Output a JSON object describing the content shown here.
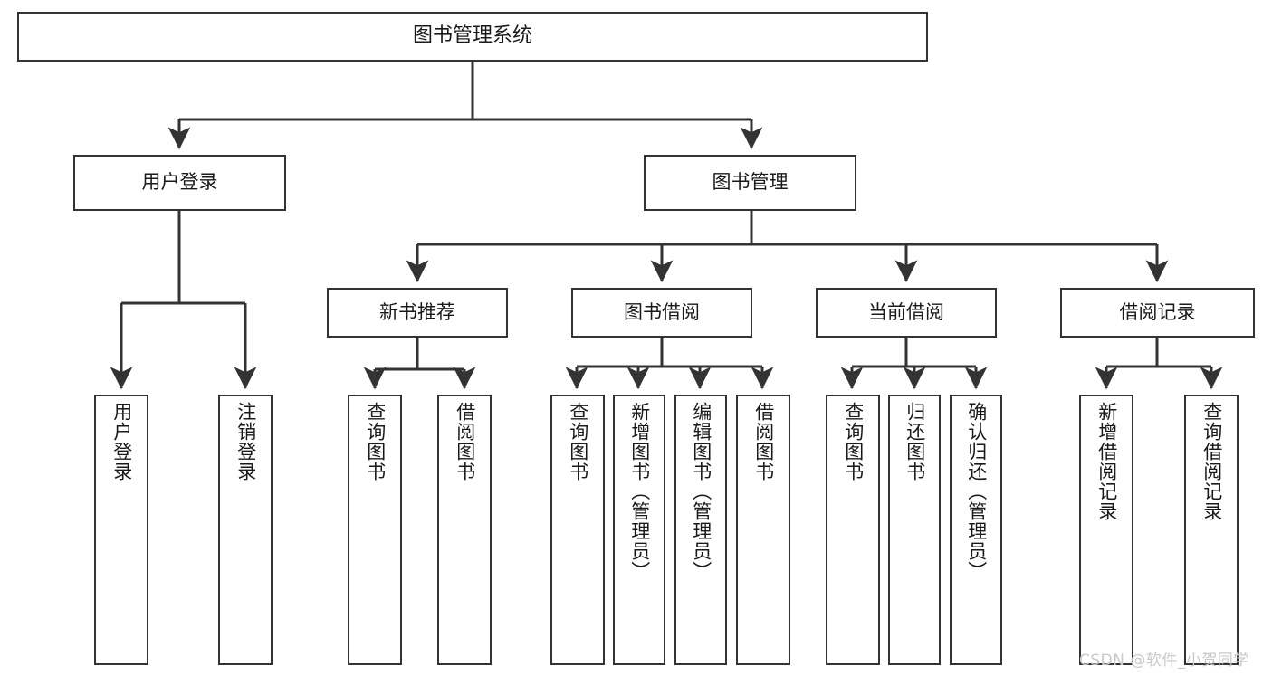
{
  "diagram": {
    "title": "图书管理系统",
    "type": "tree-hierarchy-chart",
    "orientation": "top-down",
    "colors": {
      "box_border": "#333333",
      "box_fill": "#ffffff",
      "connector": "#333333",
      "text": "#1a1a1a",
      "watermark": "#c9c9c9",
      "background": "#ffffff"
    },
    "nodes": {
      "root": {
        "label": "图书管理系统",
        "level": 1,
        "orientation": "horizontal"
      },
      "user_login": {
        "label": "用户登录",
        "level": 2,
        "orientation": "horizontal"
      },
      "book_manage": {
        "label": "图书管理",
        "level": 2,
        "orientation": "horizontal"
      },
      "new_book_rec": {
        "label": "新书推荐",
        "level": 3,
        "orientation": "horizontal"
      },
      "book_borrow": {
        "label": "图书借阅",
        "level": 3,
        "orientation": "horizontal"
      },
      "current_borrow": {
        "label": "当前借阅",
        "level": 3,
        "orientation": "horizontal"
      },
      "borrow_record": {
        "label": "借阅记录",
        "level": 3,
        "orientation": "horizontal"
      },
      "leaf_user_login": {
        "label": "用户登录",
        "level": 3,
        "orientation": "vertical"
      },
      "leaf_user_logout": {
        "label": "注销登录",
        "level": 3,
        "orientation": "vertical"
      },
      "leaf_rec_query": {
        "label": "查询图书",
        "level": 4,
        "orientation": "vertical"
      },
      "leaf_rec_borrow": {
        "label": "借阅图书",
        "level": 4,
        "orientation": "vertical"
      },
      "leaf_bb_query": {
        "label": "查询图书",
        "level": 4,
        "orientation": "vertical"
      },
      "leaf_bb_add": {
        "label": "新增图书（管理员）",
        "level": 4,
        "orientation": "vertical"
      },
      "leaf_bb_edit": {
        "label": "编辑图书（管理员）",
        "level": 4,
        "orientation": "vertical"
      },
      "leaf_bb_borrow": {
        "label": "借阅图书",
        "level": 4,
        "orientation": "vertical"
      },
      "leaf_cb_query": {
        "label": "查询图书",
        "level": 4,
        "orientation": "vertical"
      },
      "leaf_cb_return": {
        "label": "归还图书",
        "level": 4,
        "orientation": "vertical"
      },
      "leaf_cb_confirm": {
        "label": "确认归还（管理员）",
        "level": 4,
        "orientation": "vertical"
      },
      "leaf_br_add": {
        "label": "新增借阅记录",
        "level": 4,
        "orientation": "vertical"
      },
      "leaf_br_query": {
        "label": "查询借阅记录",
        "level": 4,
        "orientation": "vertical"
      }
    },
    "edges": [
      {
        "from": "root",
        "to": "user_login"
      },
      {
        "from": "root",
        "to": "book_manage"
      },
      {
        "from": "user_login",
        "to": "leaf_user_login"
      },
      {
        "from": "user_login",
        "to": "leaf_user_logout"
      },
      {
        "from": "book_manage",
        "to": "new_book_rec"
      },
      {
        "from": "book_manage",
        "to": "book_borrow"
      },
      {
        "from": "book_manage",
        "to": "current_borrow"
      },
      {
        "from": "book_manage",
        "to": "borrow_record"
      },
      {
        "from": "new_book_rec",
        "to": "leaf_rec_query"
      },
      {
        "from": "new_book_rec",
        "to": "leaf_rec_borrow"
      },
      {
        "from": "book_borrow",
        "to": "leaf_bb_query"
      },
      {
        "from": "book_borrow",
        "to": "leaf_bb_add"
      },
      {
        "from": "book_borrow",
        "to": "leaf_bb_edit"
      },
      {
        "from": "book_borrow",
        "to": "leaf_bb_borrow"
      },
      {
        "from": "current_borrow",
        "to": "leaf_cb_query"
      },
      {
        "from": "current_borrow",
        "to": "leaf_cb_return"
      },
      {
        "from": "current_borrow",
        "to": "leaf_cb_confirm"
      },
      {
        "from": "borrow_record",
        "to": "leaf_br_add"
      },
      {
        "from": "borrow_record",
        "to": "leaf_br_query"
      }
    ]
  },
  "watermark": {
    "text": "CSDN @软件_小贺同学"
  }
}
